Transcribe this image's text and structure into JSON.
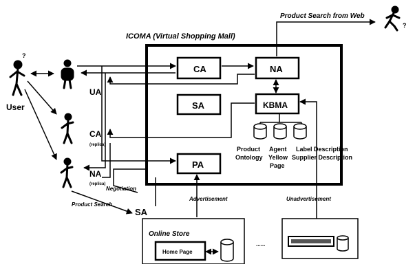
{
  "title": "ICOMA (Virtual Shopping Mall)",
  "web_label": "Product Search from Web",
  "agents": {
    "ca": "CA",
    "sa": "SA",
    "pa": "PA",
    "na": "NA",
    "kbma": "KBMA"
  },
  "left_labels": {
    "user": "User",
    "ua": "UA",
    "ca_replica": "CA",
    "na_replica": "NA",
    "replica_note": "(replica)",
    "sa_outside": "SA",
    "negotiation": "Negotiation",
    "product_search": "Product Search"
  },
  "databases": {
    "product_ontology_1": "Product",
    "product_ontology_2": "Ontology",
    "agent_yellow_1": "Agent",
    "agent_yellow_2": "Yellow",
    "agent_yellow_3": "Page",
    "label_desc_1": "Label Description",
    "label_desc_2": "Supplier Description"
  },
  "bottom": {
    "advertisement": "Advertisement",
    "unadvertisement": "Unadvertisement",
    "online_store": "Online Store",
    "home_page": "Home Page",
    "dots": "......"
  }
}
